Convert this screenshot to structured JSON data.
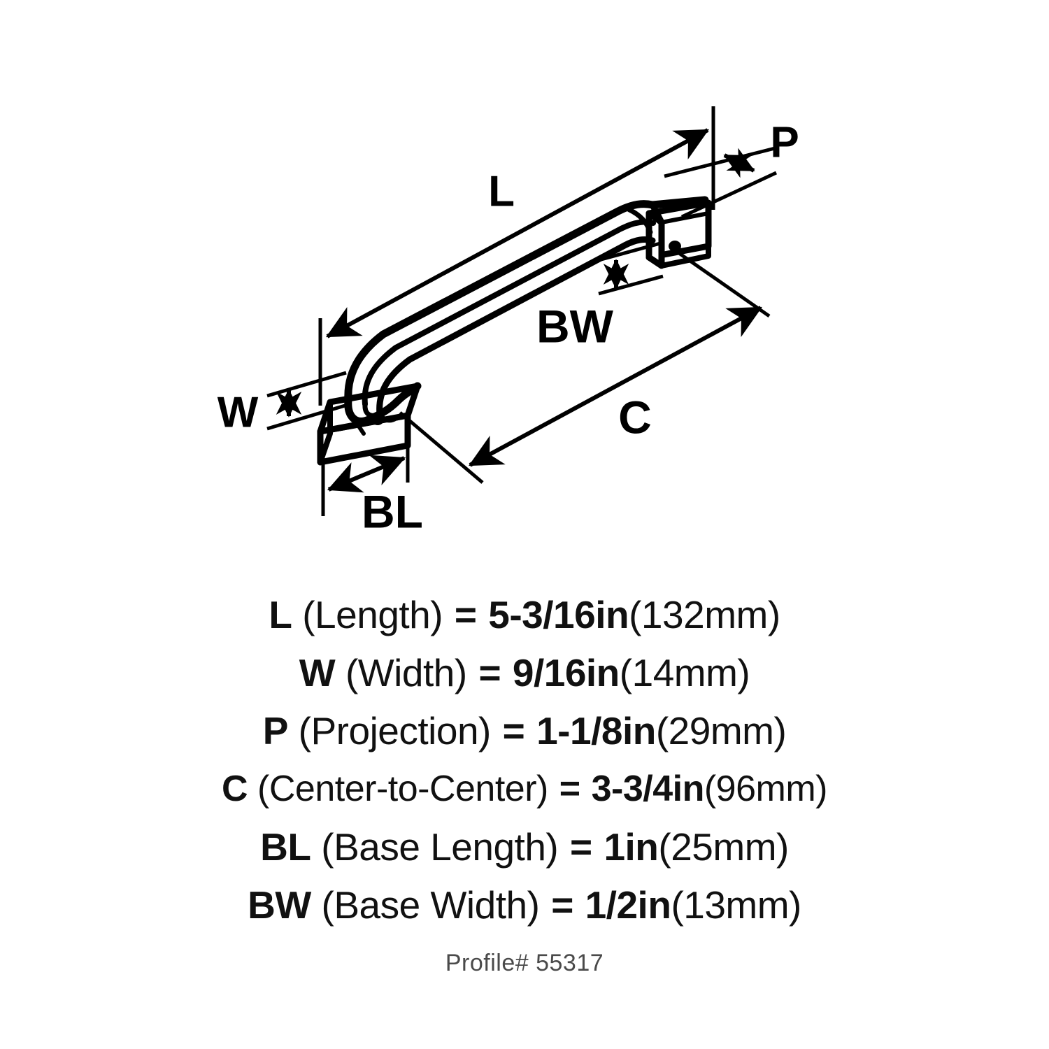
{
  "drawing": {
    "title": "cabinet-pull-handle-technical-drawing",
    "stroke_color": "#000000",
    "background_color": "#ffffff",
    "labels": {
      "length": "L",
      "width": "W",
      "projection": "P",
      "center_to_center": "C",
      "base_length": "BL",
      "base_width": "BW"
    }
  },
  "specs": [
    {
      "symbol": "L",
      "name": "(Length)",
      "equals": "=",
      "value_in": "5-3/16in",
      "value_mm": "(132mm)"
    },
    {
      "symbol": "W",
      "name": "(Width)",
      "equals": "=",
      "value_in": "9/16in",
      "value_mm": "(14mm)"
    },
    {
      "symbol": "P",
      "name": "(Projection)",
      "equals": "=",
      "value_in": "1-1/8in",
      "value_mm": "(29mm)"
    },
    {
      "symbol": "C",
      "name": "(Center-to-Center)",
      "equals": "=",
      "value_in": "3-3/4in",
      "value_mm": "(96mm)"
    },
    {
      "symbol": "BL",
      "name": "(Base Length)",
      "equals": "=",
      "value_in": "1in",
      "value_mm": "(25mm)"
    },
    {
      "symbol": "BW",
      "name": "(Base Width)",
      "equals": "=",
      "value_in": "1/2in",
      "value_mm": "(13mm)"
    }
  ],
  "profile": {
    "text": "Profile# 55317"
  }
}
